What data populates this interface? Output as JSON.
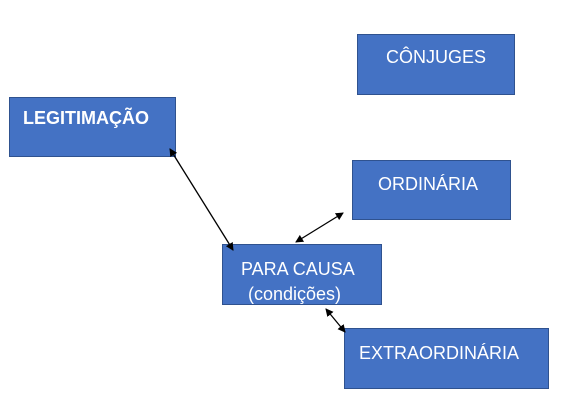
{
  "diagram": {
    "nodes": {
      "conjuges": "CÔNJUGES",
      "legitimacao": "LEGITIMAÇÃO",
      "ordinaria": "ORDINÁRIA",
      "para_causa_line1": "PARA CAUSA",
      "para_causa_line2": "(condições)",
      "extraordinaria": "EXTRAORDINÁRIA"
    },
    "box_color": "#4472c4",
    "box_border_color": "#2f528f",
    "text_color": "#ffffff",
    "edges": [
      {
        "from": "legitimacao",
        "to": "para_causa",
        "arrows": "both"
      },
      {
        "from": "para_causa",
        "to": "ordinaria",
        "arrows": "both"
      },
      {
        "from": "para_causa",
        "to": "extraordinaria",
        "arrows": "both"
      }
    ]
  }
}
